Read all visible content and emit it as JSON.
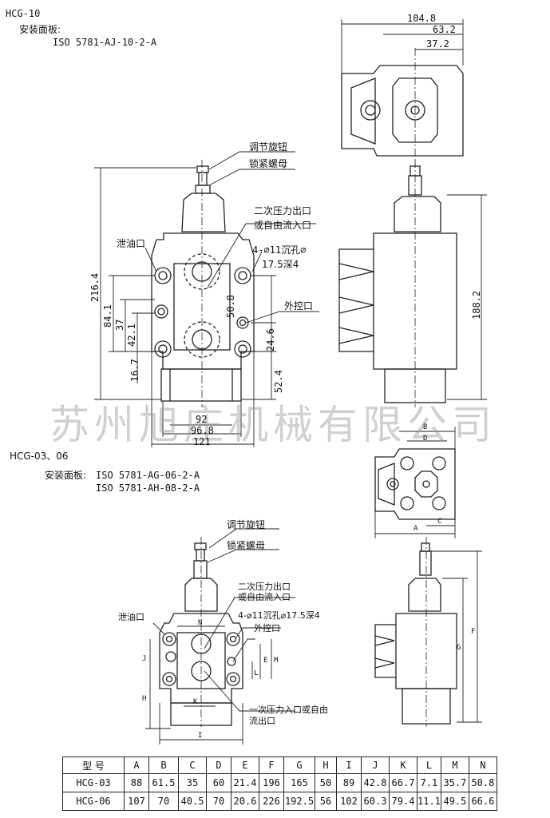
{
  "top": {
    "model": "HCG-10",
    "mount_label": "安装面板:",
    "mount_std": "ISO 5781-AJ-10-2-A"
  },
  "top_labels": {
    "adjust_knob": "调节旋钮",
    "lock_nut": "锁紧螺母",
    "secondary_out_1": "二次压力出口",
    "secondary_out_2": "或自由流入口",
    "drain": "泄油口",
    "holes_1": "4-⌀11沉孔⌀",
    "holes_2": "17.5深4",
    "ext_pilot": "外控口"
  },
  "top_dims": {
    "d104": "104.8",
    "d63": "63.2",
    "d37": "37.2",
    "d216": "216.4",
    "d84": "84.1",
    "d37v": "37",
    "d42": "42.1",
    "d16": "16.7",
    "d50": "50.8",
    "d24": "24.6",
    "d52": "52.4",
    "d188": "188.2",
    "d92": "92",
    "d96": "96.8",
    "d121": "121"
  },
  "watermark": "苏州旭庄机械有限公司",
  "bottom": {
    "model": "HCG-03、06",
    "mount_label": "安装面板:",
    "mount_std_1": "ISO 5781-AG-06-2-A",
    "mount_std_2": "ISO 5781-AH-08-2-A"
  },
  "bottom_labels": {
    "adjust_knob": "调节旋钮",
    "lock_nut": "锁紧螺母",
    "secondary_out_1": "二次压力出口",
    "secondary_out_2": "或自由流入口",
    "drain": "泄油口",
    "holes": "4-⌀11沉孔⌀17.5深4",
    "ext_pilot": "外控口",
    "primary_in_1": "一次压力入口或自由",
    "primary_in_2": "流出口"
  },
  "letters": {
    "A": "A",
    "B": "B",
    "C": "C",
    "D": "D",
    "E": "E",
    "F": "F",
    "G": "G",
    "H": "H",
    "I": "I",
    "J": "J",
    "K": "K",
    "L": "L",
    "M": "M",
    "N": "N"
  },
  "table": {
    "header": [
      "型  号",
      "A",
      "B",
      "C",
      "D",
      "E",
      "F",
      "G",
      "H",
      "I",
      "J",
      "K",
      "L",
      "M",
      "N"
    ],
    "rows": [
      [
        "HCG-03",
        "88",
        "61.5",
        "35",
        "60",
        "21.4",
        "196",
        "165",
        "50",
        "89",
        "42.8",
        "66.7",
        "7.1",
        "35.7",
        "50.8"
      ],
      [
        "HCG-06",
        "107",
        "70",
        "40.5",
        "70",
        "20.6",
        "226",
        "192.5",
        "56",
        "102",
        "60.3",
        "79.4",
        "11.1",
        "49.5",
        "66.6"
      ]
    ]
  }
}
